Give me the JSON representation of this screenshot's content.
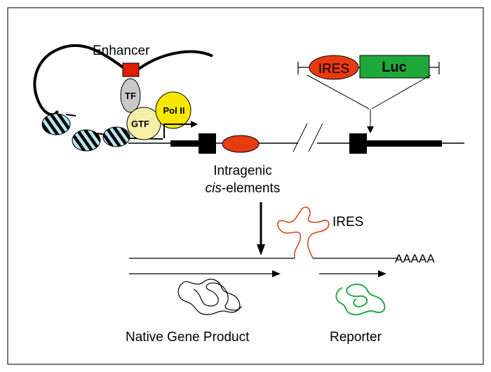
{
  "labels": {
    "enhancer": "Enhancer",
    "tf": "TF",
    "gtf": "GTF",
    "pol2": "Pol II",
    "ires_box": "IRES",
    "luc": "Luc",
    "intragenic_line1": "Intragenic",
    "intragenic_cis": "cis",
    "intragenic_suffix": "-elements",
    "ires_rna": "IRES",
    "polyA": "AAAAA",
    "native_product": "Native Gene Product",
    "reporter": "Reporter"
  },
  "colors": {
    "enhancer_box": "#dd1e00",
    "tf": "#c8c8c8",
    "gtf": "#f5f0a8",
    "pol2": "#f8e800",
    "nucleosome": "#b8e6f0",
    "ires_oval": "#e83a10",
    "ires_text": "#ffd800",
    "luc_box": "#1fa83a",
    "intragenic_oval": "#e63c10",
    "ires_rna_squiggle": "#e03a10",
    "reporter_squiggle": "#22aa44",
    "native_squiggle": "#000000"
  }
}
